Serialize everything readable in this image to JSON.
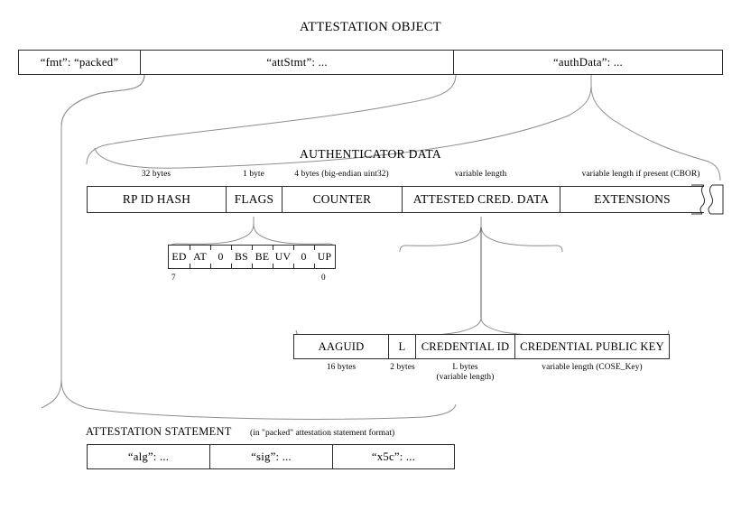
{
  "title": "ATTESTATION OBJECT",
  "attestation_object": {
    "fields": [
      {
        "label": "“fmt”: “packed”",
        "name": "fmt"
      },
      {
        "label": "“attStmt”: ...",
        "name": "attstmt"
      },
      {
        "label": "“authData”: ...",
        "name": "authdata"
      }
    ]
  },
  "authenticator_data": {
    "heading": "AUTHENTICATOR DATA",
    "fields": [
      {
        "label": "RP ID HASH",
        "size": "32 bytes"
      },
      {
        "label": "FLAGS",
        "size": "1 byte"
      },
      {
        "label": "COUNTER",
        "size": "4 bytes (big-endian uint32)"
      },
      {
        "label": "ATTESTED CRED. DATA",
        "size": "variable length"
      },
      {
        "label": "EXTENSIONS",
        "size": "variable length if present (CBOR)"
      }
    ]
  },
  "flags_byte": {
    "bits": [
      "ED",
      "AT",
      "0",
      "BS",
      "BE",
      "UV",
      "0",
      "UP"
    ],
    "msb_label": "7",
    "lsb_label": "0"
  },
  "attested_credential_data": {
    "fields": [
      {
        "label": "AAGUID",
        "size": "16 bytes"
      },
      {
        "label": "L",
        "size": "2 bytes"
      },
      {
        "label": "CREDENTIAL ID",
        "size": "L bytes",
        "size2": "(variable length)"
      },
      {
        "label": "CREDENTIAL PUBLIC KEY",
        "size": "variable length (COSE_Key)"
      }
    ]
  },
  "attestation_statement": {
    "heading": "ATTESTATION STATEMENT",
    "subheading": "(in \"packed\" attestation statement format)",
    "fields": [
      {
        "label": "“alg”: ..."
      },
      {
        "label": "“sig”: ..."
      },
      {
        "label": "“x5c”: ..."
      }
    ]
  },
  "colors": {
    "stroke": "#2b2b2b",
    "connector": "#8d8d8d",
    "background": "#ffffff"
  }
}
